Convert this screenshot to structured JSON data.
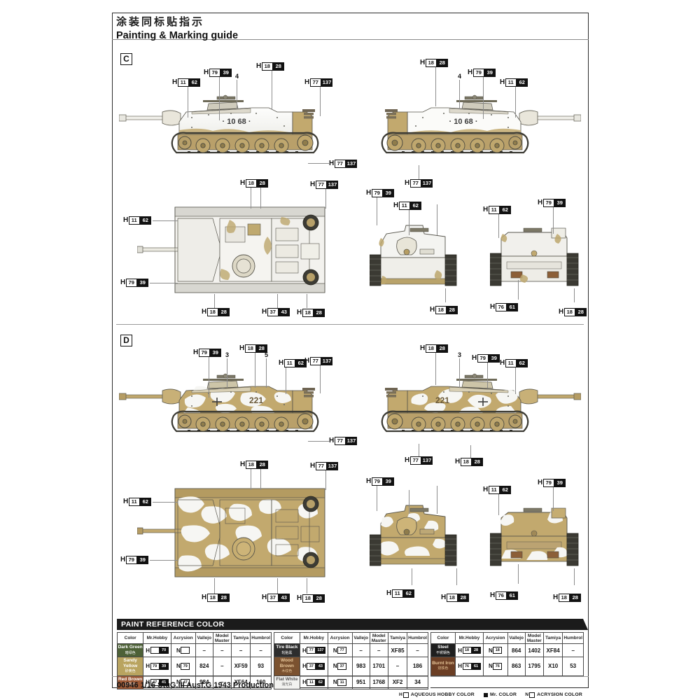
{
  "header": {
    "title_cn": "涂装同标贴指示",
    "title_en": "Painting & Marking guide"
  },
  "footer": {
    "kit_code": "00946 1/16 StuG.III Ausf.G 1943 Production"
  },
  "sections": [
    {
      "letter": "C",
      "scheme": "winter whitewash over dark yellow",
      "vehicle_marking": "10 68",
      "part_numbers": [
        "4"
      ]
    },
    {
      "letter": "D",
      "scheme": "white winter dapple over dark yellow",
      "vehicle_marking": "221",
      "part_numbers": [
        "3",
        "5"
      ]
    }
  ],
  "callouts": {
    "c_left_side": [
      {
        "h": "H",
        "white": "11",
        "black": "62"
      },
      {
        "h": "H",
        "white": "79",
        "black": "39"
      },
      {
        "h": "H",
        "white": "18",
        "black": "28"
      },
      {
        "h": "H",
        "white": "77",
        "black": "137"
      },
      {
        "h": "H",
        "white": "77",
        "black": "137"
      }
    ],
    "c_right_side": [
      {
        "h": "H",
        "white": "18",
        "black": "28"
      },
      {
        "h": "H",
        "white": "79",
        "black": "39"
      },
      {
        "h": "H",
        "white": "11",
        "black": "62"
      },
      {
        "h": "H",
        "white": "77",
        "black": "137"
      }
    ],
    "c_top_view": [
      {
        "h": "H",
        "white": "18",
        "black": "28"
      },
      {
        "h": "H",
        "white": "77",
        "black": "137"
      },
      {
        "h": "H",
        "white": "11",
        "black": "62"
      },
      {
        "h": "H",
        "white": "79",
        "black": "39"
      },
      {
        "h": "H",
        "white": "18",
        "black": "28"
      },
      {
        "h": "H",
        "white": "37",
        "black": "43"
      },
      {
        "h": "H",
        "white": "18",
        "black": "28"
      }
    ],
    "c_front_view": [
      {
        "h": "H",
        "white": "79",
        "black": "39"
      },
      {
        "h": "H",
        "white": "11",
        "black": "62"
      },
      {
        "h": "H",
        "white": "18",
        "black": "28"
      }
    ],
    "c_rear_view": [
      {
        "h": "H",
        "white": "11",
        "black": "62"
      },
      {
        "h": "H",
        "white": "79",
        "black": "39"
      },
      {
        "h": "H",
        "white": "76",
        "black": "61"
      },
      {
        "h": "H",
        "white": "18",
        "black": "28"
      }
    ],
    "d_left_side": [
      {
        "h": "H",
        "white": "79",
        "black": "39"
      },
      {
        "h": "H",
        "white": "18",
        "black": "28"
      },
      {
        "h": "H",
        "white": "11",
        "black": "62"
      },
      {
        "h": "H",
        "white": "77",
        "black": "137"
      },
      {
        "h": "H",
        "white": "77",
        "black": "137"
      }
    ],
    "d_right_side": [
      {
        "h": "H",
        "white": "18",
        "black": "28"
      },
      {
        "h": "H",
        "white": "79",
        "black": "39"
      },
      {
        "h": "H",
        "white": "11",
        "black": "62"
      },
      {
        "h": "H",
        "white": "77",
        "black": "137"
      },
      {
        "h": "H",
        "white": "18",
        "black": "28"
      }
    ],
    "d_top_view": [
      {
        "h": "H",
        "white": "18",
        "black": "28"
      },
      {
        "h": "H",
        "white": "77",
        "black": "137"
      },
      {
        "h": "H",
        "white": "11",
        "black": "62"
      },
      {
        "h": "H",
        "white": "79",
        "black": "39"
      },
      {
        "h": "H",
        "white": "18",
        "black": "28"
      },
      {
        "h": "H",
        "white": "37",
        "black": "43"
      },
      {
        "h": "H",
        "white": "18",
        "black": "28"
      }
    ],
    "d_front_view": [
      {
        "h": "H",
        "white": "79",
        "black": "39"
      },
      {
        "h": "H",
        "white": "11",
        "black": "62"
      }
    ],
    "d_rear_view": [
      {
        "h": "H",
        "white": "11",
        "black": "62"
      },
      {
        "h": "H",
        "white": "79",
        "black": "39"
      },
      {
        "h": "H",
        "white": "76",
        "black": "61"
      },
      {
        "h": "H",
        "white": "18",
        "black": "28"
      }
    ]
  },
  "paint_table": {
    "title": "PAINT  REFERENCE COLOR",
    "columns": [
      "Color",
      "Mr.Hobby",
      "Acrysion",
      "Vallejo",
      "Model Master",
      "Tamiya",
      "Humbrol"
    ],
    "column_model_master_line1": "Model",
    "column_model_master_line2": "Master",
    "groups": [
      {
        "rows": [
          {
            "name": "Dark Green",
            "name_cn": "暗绿色",
            "swatch": "#4d6137",
            "text_color": "#ffffff",
            "mr_hobby": {
              "letter": "H",
              "white": "",
              "black": "70"
            },
            "acrysion": {
              "letter": "N",
              "white": "",
              "black": ""
            },
            "vallejo": "–",
            "model_master": "–",
            "tamiya": "–",
            "humbrol": "–"
          },
          {
            "name": "Sandy Yellow",
            "name_cn": "砂黄色",
            "swatch": "#b9a460",
            "text_color": "#ffffff",
            "mr_hobby": {
              "letter": "H",
              "white": "79",
              "black": "39"
            },
            "acrysion": {
              "letter": "N",
              "white": "79",
              "black": ""
            },
            "vallejo": "824",
            "model_master": "–",
            "tamiya": "XF59",
            "humbrol": "93"
          },
          {
            "name": "Red Brown",
            "name_cn": "红棕色",
            "swatch": "#9d5936",
            "text_color": "#ffffff",
            "mr_hobby": {
              "letter": "H",
              "white": "47",
              "black": "41"
            },
            "acrysion": {
              "letter": "N",
              "white": "47",
              "black": ""
            },
            "vallejo": "984",
            "model_master": "–",
            "tamiya": "XF64",
            "humbrol": "160"
          }
        ]
      },
      {
        "rows": [
          {
            "name": "Tire Black",
            "name_cn": "轮胎黑",
            "swatch": "#2d2d2d",
            "text_color": "#ffffff",
            "mr_hobby": {
              "letter": "H",
              "white": "77",
              "black": "137"
            },
            "acrysion": {
              "letter": "N",
              "white": "77",
              "black": ""
            },
            "vallejo": "–",
            "model_master": "–",
            "tamiya": "XF85",
            "humbrol": "–"
          },
          {
            "name": "Wood Brown",
            "name_cn": "木纹色",
            "swatch": "#7b5230",
            "text_color": "#e8c79a",
            "mr_hobby": {
              "letter": "H",
              "white": "37",
              "black": "43"
            },
            "acrysion": {
              "letter": "N",
              "white": "37",
              "black": ""
            },
            "vallejo": "983",
            "model_master": "1701",
            "tamiya": "–",
            "humbrol": "186"
          },
          {
            "name": "Flat White",
            "name_cn": "消光白",
            "swatch": "#f2f2f0",
            "text_color": "#555555",
            "mr_hobby": {
              "letter": "H",
              "white": "11",
              "black": "62"
            },
            "acrysion": {
              "letter": "N",
              "white": "11",
              "black": ""
            },
            "vallejo": "951",
            "model_master": "1768",
            "tamiya": "XF2",
            "humbrol": "34"
          }
        ]
      },
      {
        "rows": [
          {
            "name": "Steel",
            "name_cn": "不锈钢色",
            "swatch": "#1f1f1f",
            "text_color": "#ffffff",
            "mr_hobby": {
              "letter": "H",
              "white": "18",
              "black": "28"
            },
            "acrysion": {
              "letter": "N",
              "white": "18",
              "black": ""
            },
            "vallejo": "864",
            "model_master": "1402",
            "tamiya": "XF84",
            "humbrol": "–"
          },
          {
            "name": "Burnt Iron",
            "name_cn": "烧铁色",
            "swatch": "#6b3e24",
            "text_color": "#e8c79a",
            "mr_hobby": {
              "letter": "H",
              "white": "76",
              "black": "61"
            },
            "acrysion": {
              "letter": "N",
              "white": "76",
              "black": ""
            },
            "vallejo": "863",
            "model_master": "1795",
            "tamiya": "X10",
            "humbrol": "53"
          }
        ]
      }
    ],
    "legend": [
      {
        "mark": "H",
        "box": "outline",
        "label": "AQUEOUS HOBBY COLOR"
      },
      {
        "mark": "",
        "box": "filled",
        "label": "Mr. COLOR"
      },
      {
        "mark": "N",
        "box": "outline",
        "label": "ACRYSION COLOR"
      }
    ]
  },
  "colors": {
    "dark_yellow": "#bfa468",
    "whitewash": "#f4f4f2",
    "track_dark": "#5e5a4a",
    "line": "#2b2b2b",
    "leader": "#8d8d8d"
  }
}
